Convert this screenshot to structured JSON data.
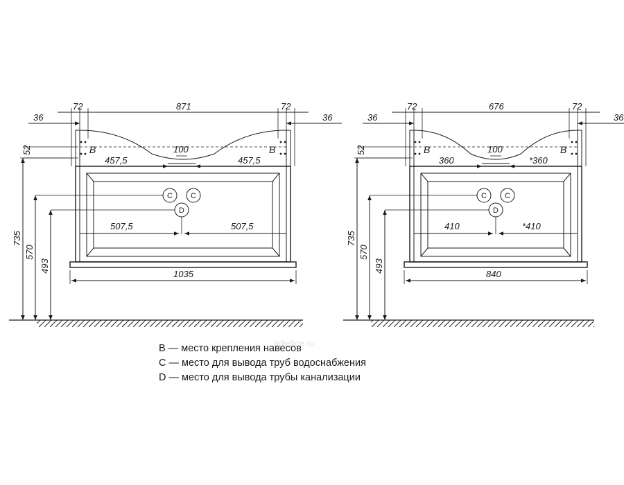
{
  "watermark": "adellice.ru",
  "legend": [
    "B — место крепления навесов",
    "C — место для вывода труб водоснабжения",
    "D — место для вывода трубы канализации"
  ],
  "markers": {
    "hanger": "B",
    "water": "C",
    "drain": "D"
  },
  "left_drawing": {
    "top_side": "72",
    "top_mid": "871",
    "top_side_r": "72",
    "edge_l": "36",
    "edge_r": "36",
    "height_52": "52",
    "center_gap": "100",
    "half_left": "457,5",
    "half_right": "457,5",
    "drain_left": "507,5",
    "drain_right": "507,5",
    "width": "1035",
    "h_total": "735",
    "h_water": "570",
    "h_drain": "493"
  },
  "right_drawing": {
    "top_side": "72",
    "top_mid": "676",
    "top_side_r": "72",
    "edge_l": "36",
    "edge_r": "36",
    "height_52": "52",
    "center_gap": "100",
    "half_left": "360",
    "half_right": "*360",
    "drain_left": "410",
    "drain_right": "*410",
    "width": "840",
    "h_total": "735",
    "h_water": "570",
    "h_drain": "493"
  }
}
